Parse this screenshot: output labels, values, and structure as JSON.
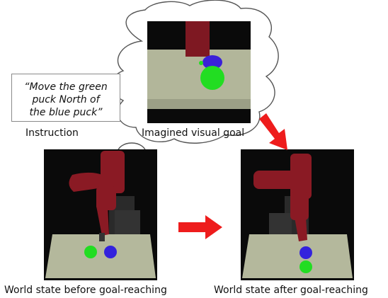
{
  "instruction": {
    "line1": "“Move the green",
    "line2": "puck North of",
    "line3": "the blue puck”",
    "caption": "Instruction"
  },
  "imagined_goal": {
    "caption": "Imagined visual goal"
  },
  "before_scene": {
    "caption": "World state before goal-reaching"
  },
  "after_scene": {
    "caption": "World state after goal-reaching"
  },
  "colors": {
    "arrow": "#ee1c1c",
    "puck_green": "#22dd22",
    "puck_blue": "#3322dd",
    "table": "#b4b89c",
    "robot": "#8a1a24",
    "background": "#0a0a0a"
  }
}
